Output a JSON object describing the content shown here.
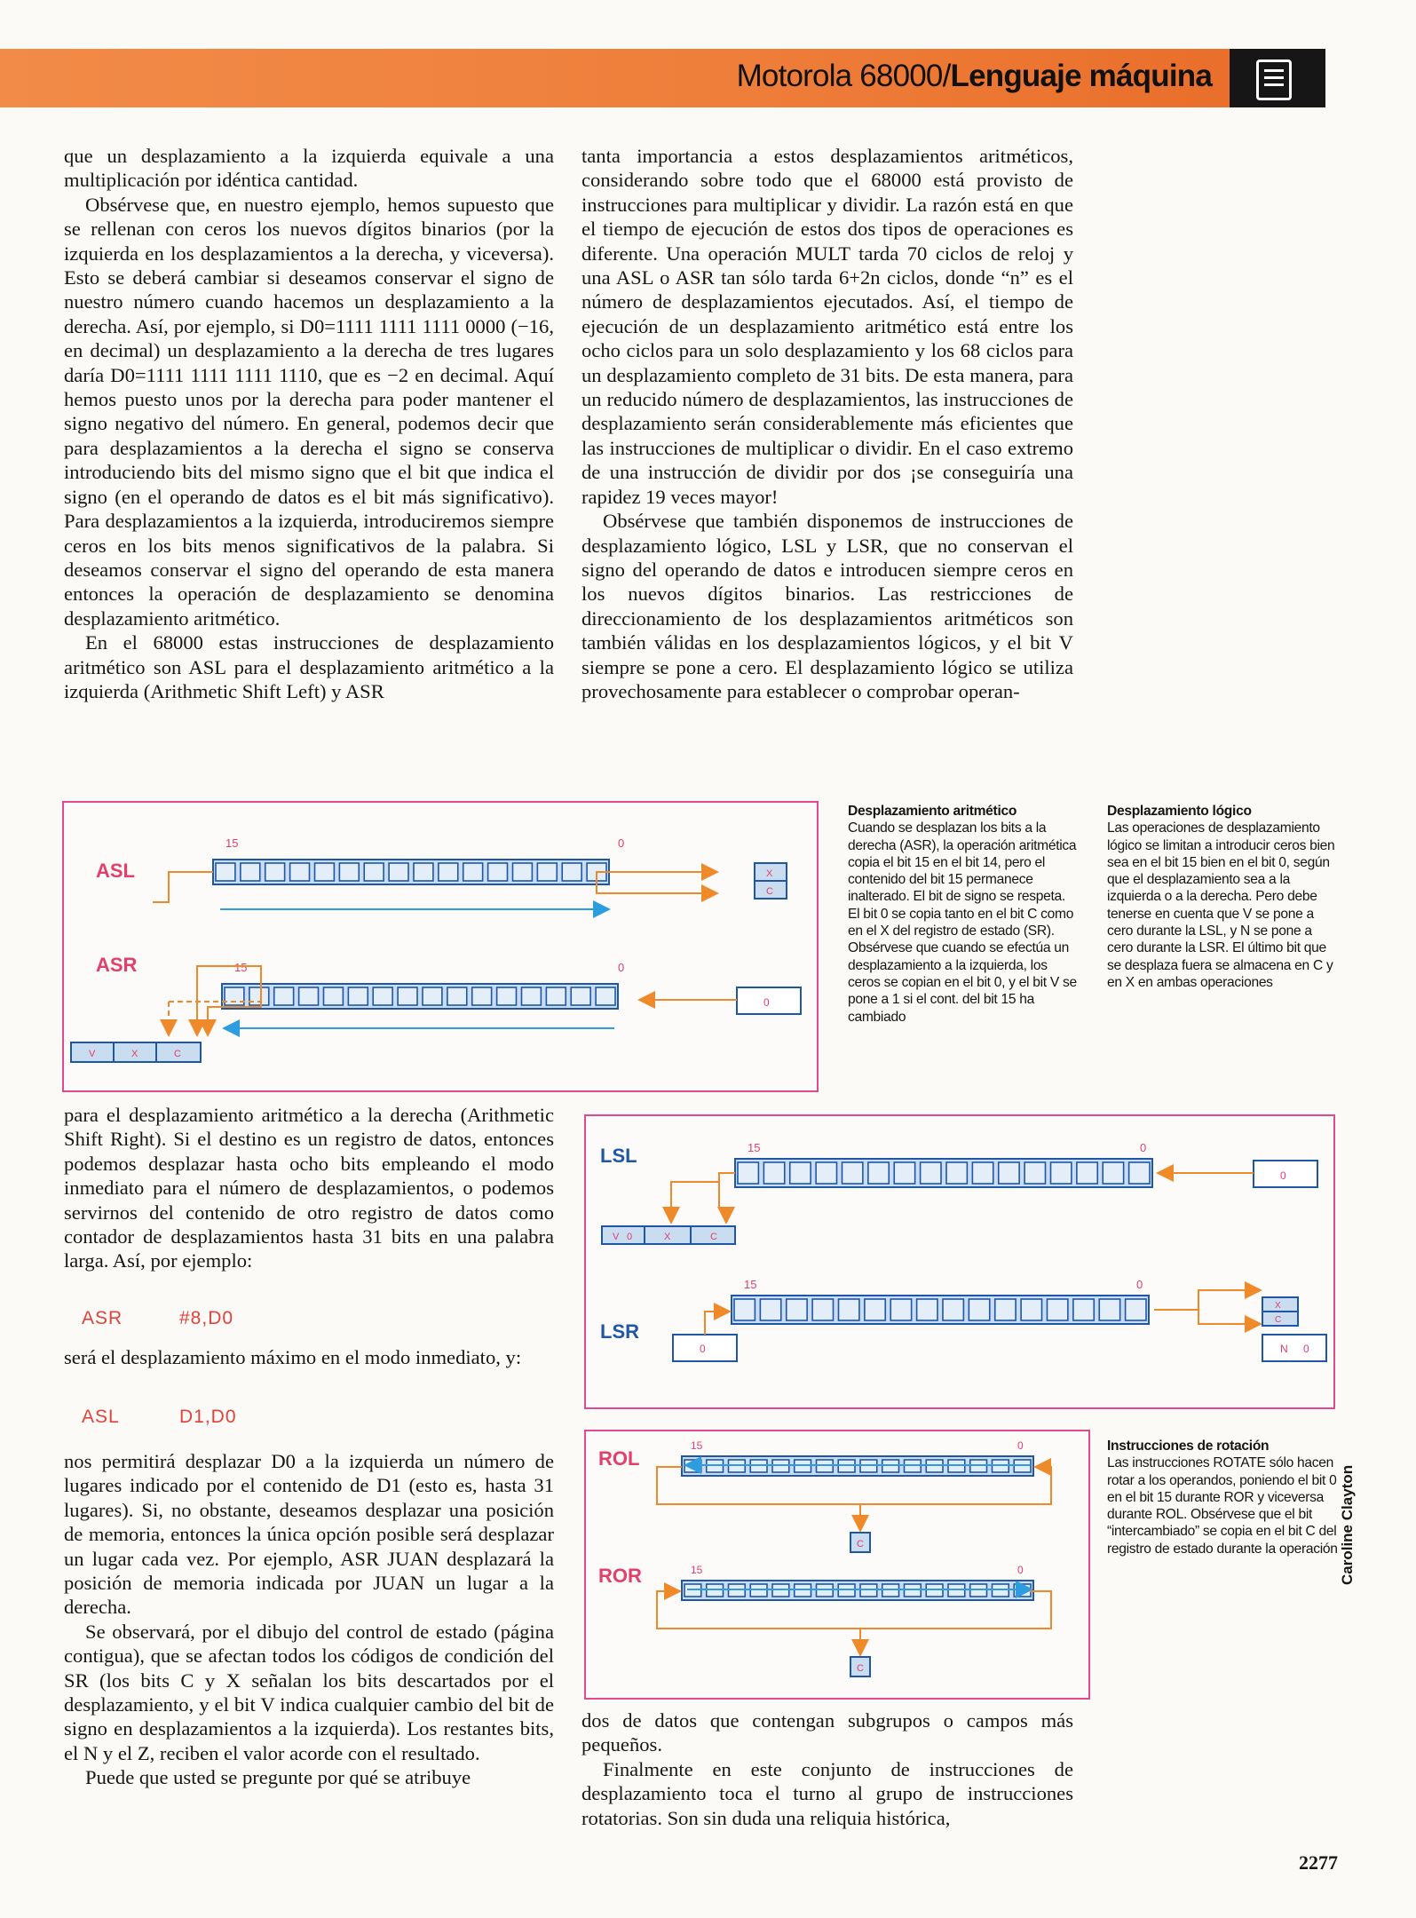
{
  "header": {
    "title_part1": "Motorola 68000/",
    "title_part2": "Lenguaje máquina",
    "icon": "document-icon"
  },
  "body_left": [
    "que un desplazamiento a la izquierda equivale a una multiplicación por idéntica cantidad.",
    "Obsérvese que, en nuestro ejemplo, hemos supuesto que se rellenan con ceros los nuevos dígitos binarios (por la izquierda en los desplazamientos a la derecha, y viceversa). Esto se deberá cambiar si deseamos conservar el signo de nuestro número cuando hacemos un desplazamiento a la derecha. Así, por ejemplo, si D0=1111 1111 1111 0000 (−16, en decimal) un desplazamiento a la derecha de tres lugares daría D0=1111 1111 1111 1110, que es −2 en decimal. Aquí hemos puesto unos por la derecha para poder mantener el signo negativo del número. En general, podemos decir que para desplazamientos a la derecha el signo se conserva introduciendo bits del mismo signo que el bit que indica el signo (en el operando de datos es el bit más significativo). Para desplazamientos a la izquierda, introduciremos siempre ceros en los bits menos significativos de la palabra. Si deseamos conservar el signo del operando de esta manera entonces la operación de desplazamiento se denomina desplazamiento aritmético.",
    "En el 68000 estas instrucciones de desplazamiento aritmético son ASL para el desplazamiento aritmético a la izquierda (Arithmetic Shift Left) y ASR"
  ],
  "body_mid": [
    "tanta importancia a estos desplazamientos aritméticos, considerando sobre todo que el 68000 está provisto de instrucciones para multiplicar y dividir. La razón está en que el tiempo de ejecución de estos dos tipos de operaciones es diferente. Una operación MULT tarda 70 ciclos de reloj y una ASL o ASR tan sólo tarda 6+2n ciclos, donde “n” es el número de desplazamientos ejecutados. Así, el tiempo de ejecución de un desplazamiento aritmético está entre los ocho ciclos para un solo desplazamiento y los 68 ciclos para un desplazamiento completo de 31 bits. De esta manera, para un reducido número de desplazamientos, las instrucciones de desplazamiento serán considerablemente más eficientes que las instrucciones de multiplicar o dividir. En el caso extremo de una instrucción de dividir por dos ¡se conseguiría una rapidez 19 veces mayor!",
    "Obsérvese que también disponemos de instrucciones de desplazamiento lógico, LSL y LSR, que no conservan el signo del operando de datos e introducen siempre ceros en los nuevos dígitos binarios. Las restricciones de direccionamiento de los desplazamientos aritméticos son también válidas en los desplazamientos lógicos, y el bit V siempre se pone a cero. El desplazamiento lógico se utiliza provechosamente para establecer o comprobar operan-"
  ],
  "body_left2": [
    "para el desplazamiento aritmético a la derecha (Arithmetic Shift Right). Si el destino es un registro de datos, entonces podemos desplazar hasta ocho bits empleando el modo inmediato para el número de desplazamientos, o podemos servirnos del contenido de otro registro de datos como contador de desplazamientos hasta 31 bits en una palabra larga. Así, por ejemplo:"
  ],
  "code1": {
    "op": "ASR",
    "args": "#8,D0"
  },
  "text_after_code1": "será el desplazamiento máximo en el modo inmediato, y:",
  "code2": {
    "op": "ASL",
    "args": "D1,D0"
  },
  "body_left3": [
    "nos permitirá desplazar D0 a la izquierda un número de lugares indicado por el contenido de D1 (esto es, hasta 31 lugares). Si, no obstante, deseamos desplazar una posición de memoria, entonces la única opción posible será desplazar un lugar cada vez. Por ejemplo, ASR JUAN desplazará la posición de memoria indicada por JUAN un lugar a la derecha.",
    "Se observará, por el dibujo del control de estado (página contigua), que se afectan todos los códigos de condición del SR (los bits C y X señalan los bits descartados por el desplazamiento, y el bit V indica cualquier cambio del bit de signo en desplazamientos a la izquierda). Los restantes bits, el N y el Z, reciben el valor acorde con el resultado.",
    "Puede que usted se pregunte por qué se atribuye"
  ],
  "body_mid2": [
    "dos de datos que contengan subgrupos o campos más pequeños.",
    "Finalmente en este conjunto de instrucciones de desplazamiento toca el turno al grupo de instrucciones rotatorias. Son sin duda una reliquia histórica,"
  ],
  "sidebar_arith": {
    "heading": "Desplazamiento aritmético",
    "text": "Cuando se desplazan los bits a la derecha (ASR), la operación aritmética copia el bit 15 en el bit 14, pero el contenido del bit 15 permanece inalterado. El bit de signo se respeta. El bit 0 se copia tanto en el bit C como en el X del registro de estado (SR). Obsérvese que cuando se efectúa un desplazamiento a la izquierda, los ceros se copian en el bit 0, y el bit V se pone a 1 si el cont. del bit 15 ha cambiado"
  },
  "sidebar_logic": {
    "heading": "Desplazamiento lógico",
    "text": "Las operaciones de desplazamiento lógico se limitan a introducir ceros bien sea en el bit 15 bien en el bit 0, según que el desplazamiento sea a la izquierda o a la derecha. Pero debe tenerse en cuenta que V se pone a cero durante la LSL, y N se pone a cero durante la LSR. El último bit que se desplaza fuera se almacena en C y en X en ambas operaciones"
  },
  "sidebar_rot": {
    "heading": "Instrucciones de rotación",
    "text": "Las instrucciones ROTATE sólo hacen rotar a los operandos, poniendo el bit 0 en el bit 15 durante ROR y viceversa durante ROL. Obsérvese que el bit “intercambiado” se copia en el bit C del registro de estado durante la operación"
  },
  "diagrams": {
    "asl_label": "ASL",
    "asr_label": "ASR",
    "lsl_label": "LSL",
    "lsr_label": "LSR",
    "rol_label": "ROL",
    "ror_label": "ROR",
    "bit_high": "15",
    "bit_low": "0",
    "flag_x": "X",
    "flag_c": "C",
    "flag_v": "V",
    "flag_n": "N",
    "zero": "0"
  },
  "colors": {
    "accent_label": "#e2406a",
    "register_fill": "#c9dcf0",
    "register_stroke": "#1f57a8",
    "arrow_orange": "#ef8a2a",
    "arrow_blue": "#2e9de0",
    "frame": "#e04a8e"
  },
  "credit": "Caroline Clayton",
  "page_number": "2277"
}
